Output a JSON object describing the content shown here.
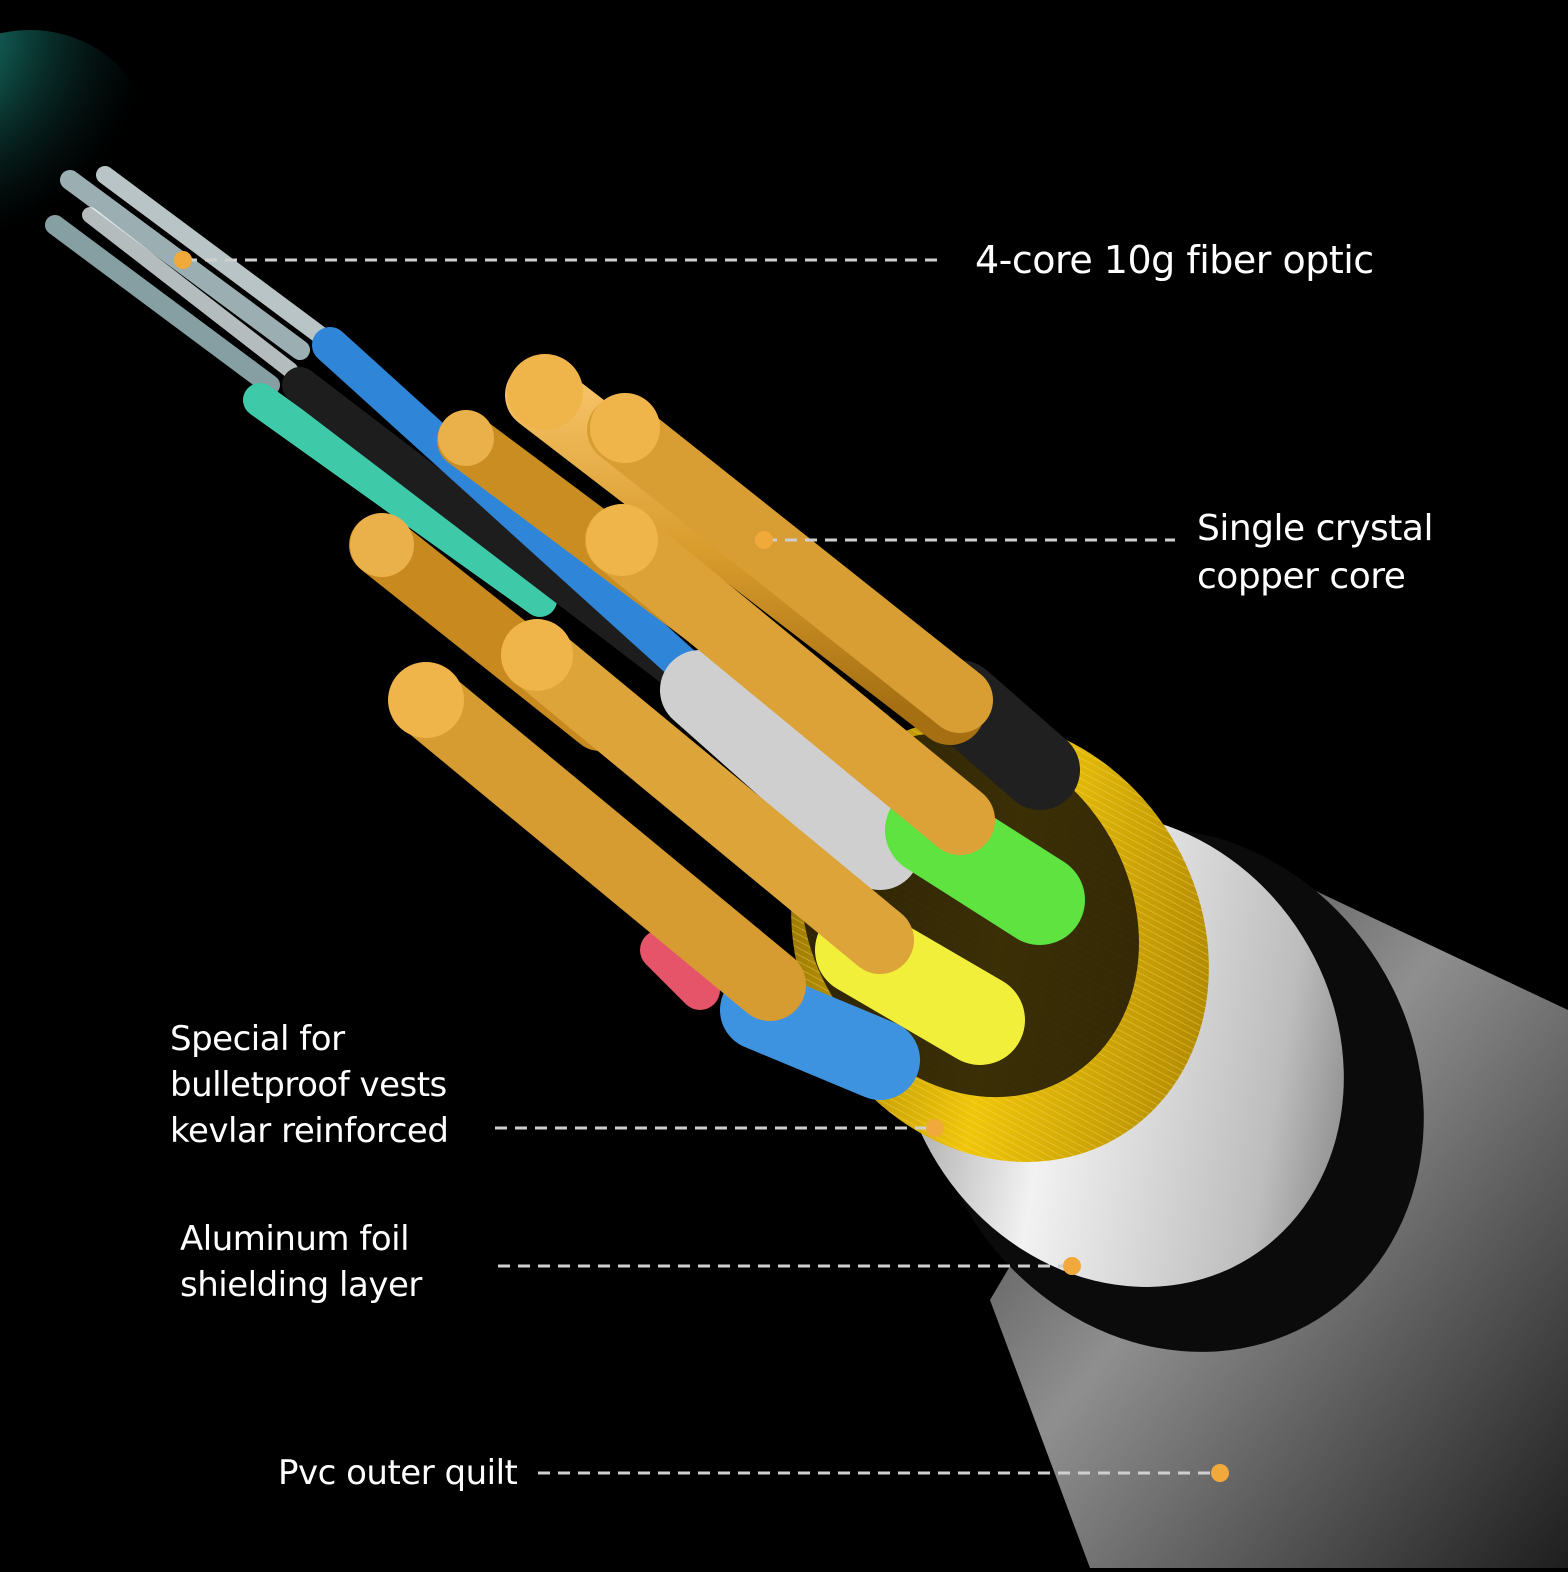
{
  "colors": {
    "background": "#000000",
    "marker": "#f2a93b",
    "copper": "#e0a53a",
    "fiber_teal": "#1f8f86",
    "jacket": "#8a8a8a",
    "foil": "#d9d9d9",
    "kevlar": "#e6b800"
  },
  "labels": {
    "fiber": {
      "lines": [
        "4-core 10g fiber optic"
      ]
    },
    "copper": {
      "lines": [
        "Single crystal",
        "copper core"
      ]
    },
    "kevlar": {
      "lines": [
        "Special for",
        "bulletproof vests",
        "kevlar reinforced"
      ]
    },
    "foil": {
      "lines": [
        "Aluminum foil",
        "shielding layer"
      ]
    },
    "pvc": {
      "lines": [
        "Pvc outer quilt"
      ]
    }
  }
}
